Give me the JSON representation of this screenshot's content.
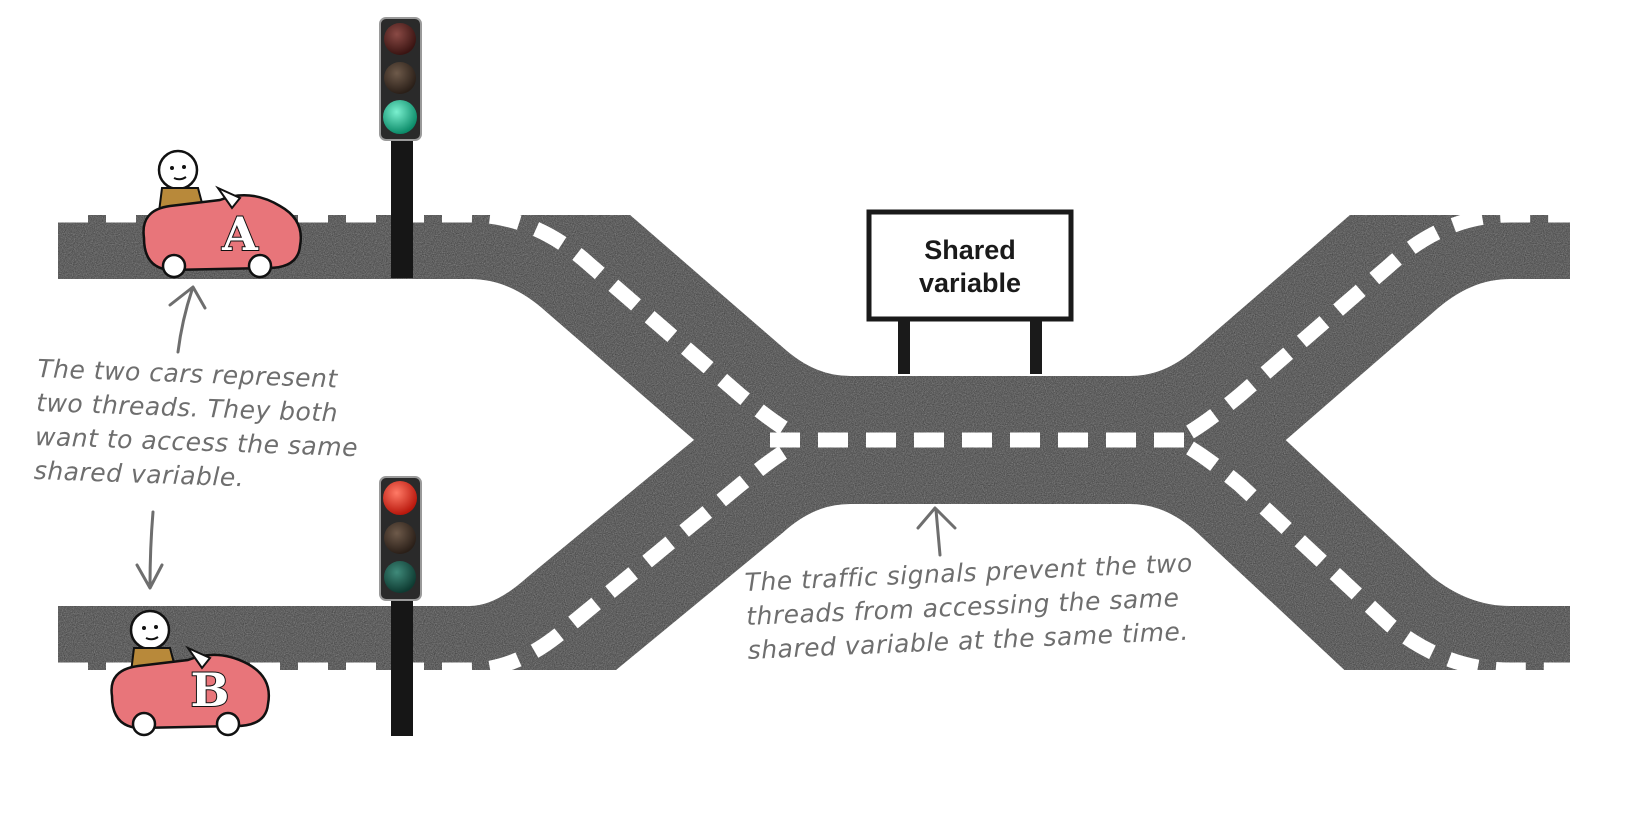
{
  "sign": {
    "line1": "Shared",
    "line2": "variable"
  },
  "cars": {
    "a_label": "A",
    "b_label": "B"
  },
  "annotations": {
    "threads_note": "The two cars represent two threads. They both want to access the same shared variable.",
    "signals_note": "The traffic signals prevent the two threads from accessing the same shared variable at the same time."
  },
  "traffic_lights": {
    "top_active": "green",
    "bottom_active": "red"
  },
  "colors": {
    "asphalt": "#3b3b3b",
    "lane_marking": "#ffffff",
    "car_body": "#e8757a",
    "light_red": "#e03a2a",
    "light_green": "#1fb38a",
    "annotation": "#6e6e6e"
  }
}
